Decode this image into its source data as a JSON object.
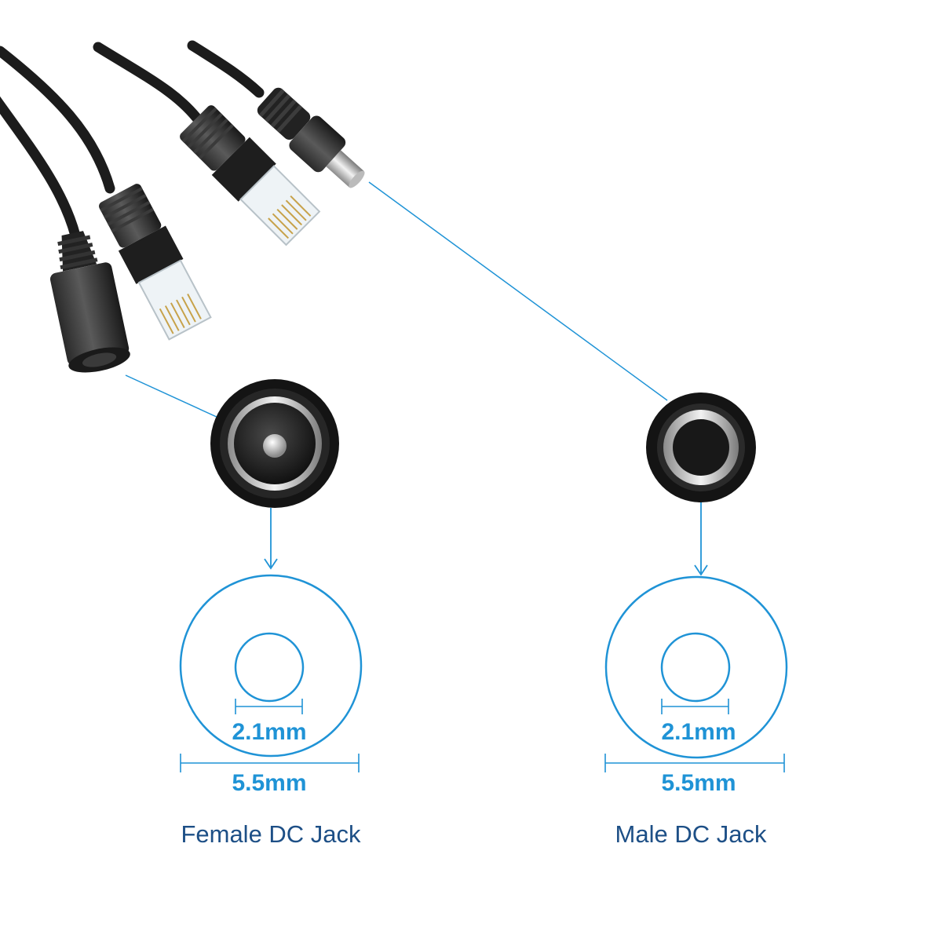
{
  "colors": {
    "accent_blue": "#1f93d6",
    "label_navy": "#1d4f86",
    "cable_black": "#1c1c1c",
    "background": "#ffffff"
  },
  "female": {
    "inner_diameter": "2.1mm",
    "outer_diameter": "5.5mm",
    "caption": "Female DC Jack"
  },
  "male": {
    "inner_diameter": "2.1mm",
    "outer_diameter": "5.5mm",
    "caption": "Male DC Jack"
  }
}
